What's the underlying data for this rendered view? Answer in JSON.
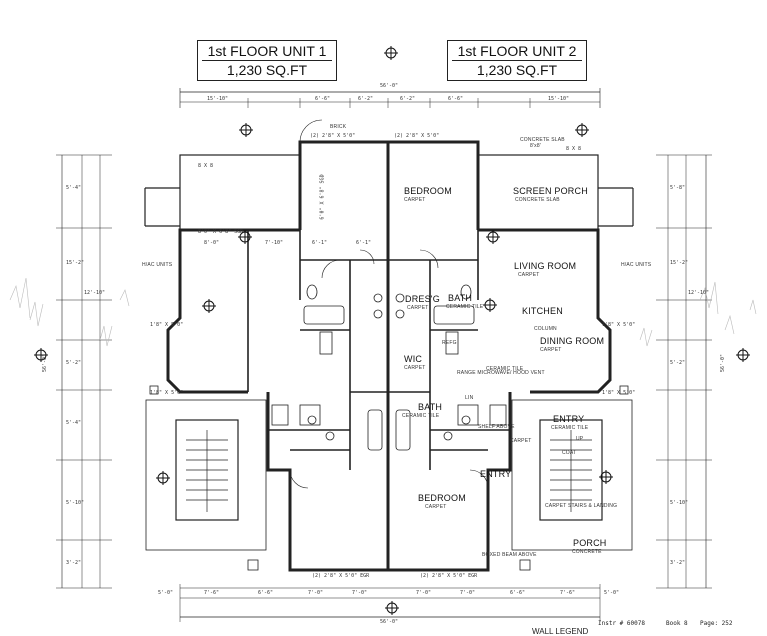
{
  "unit1": {
    "title": "1st FLOOR UNIT 1",
    "area": "1,230 SQ.FT"
  },
  "unit2": {
    "title": "1st FLOOR UNIT 2",
    "area": "1,230 SQ.FT"
  },
  "overall_dim_top": "56'-0\"",
  "overall_dim_bottom": "56'-0\"",
  "rooms": {
    "bedroom_top": {
      "name": "BEDROOM",
      "finish": "CARPET"
    },
    "screen_porch": {
      "name": "SCREEN PORCH",
      "finish": "CONCRETE SLAB"
    },
    "concrete_slab": {
      "name": "CONCRETE SLAB",
      "size": "8'x8'"
    },
    "living_room": {
      "name": "LIVING ROOM",
      "finish": "CARPET"
    },
    "kitchen": {
      "name": "KITCHEN"
    },
    "column": "COLUMN",
    "dining_room": {
      "name": "DINING ROOM",
      "finish": "CARPET"
    },
    "dres": {
      "name": "DRES'G",
      "finish": "CARPET"
    },
    "bath_top": {
      "name": "BATH",
      "finish": "CERAMIC TILE"
    },
    "wic": {
      "name": "WIC",
      "finish": "CARPET"
    },
    "bath_mid": {
      "name": "BATH",
      "finish": "CERAMIC TILE"
    },
    "entry_right": {
      "name": "ENTRY",
      "finish": "CERAMIC TILE"
    },
    "entry_mid": {
      "name": "ENTRY"
    },
    "bedroom_bottom": {
      "name": "BEDROOM",
      "finish": "CARPET"
    },
    "porch": {
      "name": "PORCH",
      "finish": "CONCRETE"
    },
    "carpet_stairs": "CARPET STAIRS & LANDING",
    "hvac_left": "H/AC UNITS",
    "hvac_right": "H/AC UNITS",
    "brick": "BRICK",
    "range": "RANGE MICROWAVE/ HOOD VENT",
    "shelf": "SHELF ABOVE",
    "boxed_beam": "BOXED BEAM ABOVE",
    "carpet_small": "CARPET",
    "ceramic_small": "CERAMIC TILE",
    "coat": "COAT",
    "up": "UP",
    "linen": "LIN",
    "refg": "REFG"
  },
  "window_tags": {
    "top_left": "(2) 2'8\" X 5'0\"",
    "top_right": "(2) 2'8\" X 5'0\"",
    "bottom_left": "(2) 2'8\" X 5'0\" EGR",
    "bottom_right": "(2) 2'8\" X 5'0\" EGR",
    "door_left": "8'0\" X 6'8\" SGD",
    "door_mid": "6'0\" X 6'8\" SGD",
    "slab_left": "8 X 8",
    "slab_right": "8 X 8",
    "win_l1": "1'8\" X 5'0\"",
    "win_l2": "1'8\" X 5'0\"",
    "win_r1": "1'8\" X 5'0\"",
    "win_r2": "1'8\" X 5'0\""
  },
  "top_dims": [
    "15'-10\"",
    "6'-6\"",
    "6'-2\"",
    "6'-2\"",
    "6'-6\"",
    "15'-10\""
  ],
  "mid_dims": [
    "8'-0\"",
    "7'-10\"",
    "6'-1\"",
    "6'-1\""
  ],
  "bottom_dims": [
    "5'-0\"",
    "7'-6\"",
    "6'-6\"",
    "7'-0\"",
    "7'-0\"",
    "7'-0\"",
    "7'-0\"",
    "6'-6\"",
    "7'-6\"",
    "5'-0\""
  ],
  "left_dims": [
    "5'-4\"",
    "15'-2\"",
    "12'-10\"",
    "5'-2\"",
    "5'-4\"",
    "5'-10\"",
    "3'-2\""
  ],
  "right_dims": [
    "5'-8\"",
    "15'-2\"",
    "12'-10\"",
    "5'-2\"",
    "5'-10\"",
    "3'-2\""
  ],
  "side_overall": "56'-0\"",
  "footer": {
    "instr": "Instr # 60078",
    "book": "Book 8",
    "page": "Page: 252"
  },
  "legend": "WALL LEGEND"
}
